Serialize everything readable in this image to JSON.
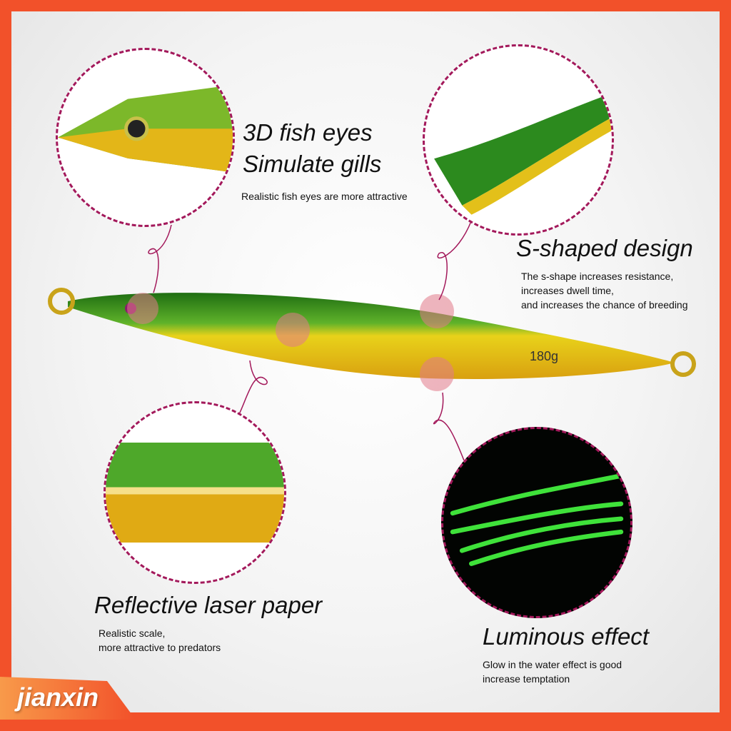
{
  "features": [
    {
      "title_lines": [
        "3D fish eyes",
        "Simulate gills"
      ],
      "desc_lines": [
        "Realistic fish eyes are more attractive"
      ]
    },
    {
      "title_lines": [
        "S-shaped design"
      ],
      "desc_lines": [
        "The s-shape increases resistance,",
        "increases dwell time,",
        "and increases the chance of breeding"
      ]
    },
    {
      "title_lines": [
        "Reflective laser paper"
      ],
      "desc_lines": [
        "Realistic scale,",
        "more attractive to predators"
      ]
    },
    {
      "title_lines": [
        "Luminous effect"
      ],
      "desc_lines": [
        "Glow in the water effect is good",
        "increase temptation"
      ]
    }
  ],
  "lure": {
    "weight_label": "180g"
  },
  "brand": {
    "name": "jianxin"
  },
  "colors": {
    "frame": "#f2512a",
    "dash": "#a3195b",
    "green": "#2f8a1c",
    "gold": "#e8c21a"
  }
}
